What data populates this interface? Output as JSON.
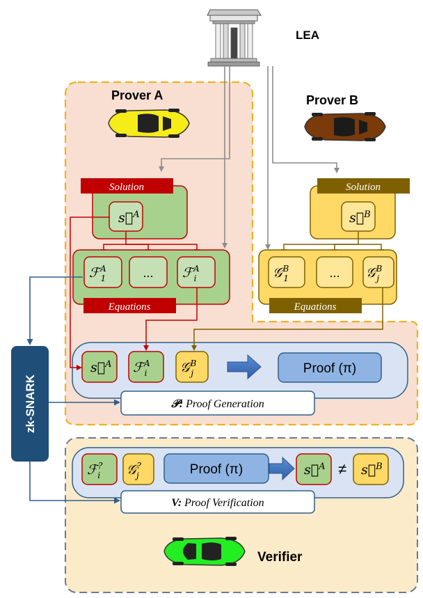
{
  "lea": {
    "label": "LEA"
  },
  "prover_a": {
    "title": "Prover A",
    "solution_label": "Solution",
    "solution_vector": "s⃗",
    "solution_sup": "A",
    "equations_label": "Equations",
    "eq_first": "ℱ",
    "eq_first_sub": "1",
    "eq_first_sup": "A",
    "eq_dots": "...",
    "eq_i": "ℱ",
    "eq_i_sub": "i",
    "eq_i_sup": "A",
    "car_color": "#f5ec1a"
  },
  "prover_b": {
    "title": "Prover B",
    "solution_label": "Solution",
    "solution_vector": "s⃗",
    "solution_sup": "B",
    "equations_label": "Equations",
    "eq_first": "𝒢",
    "eq_first_sub": "1",
    "eq_first_sup": "B",
    "eq_dots": "...",
    "eq_j": "𝒢",
    "eq_j_sub": "j",
    "eq_j_sup": "B",
    "car_color": "#7a3a0a"
  },
  "zk": {
    "label": "zk-SNARK"
  },
  "proof_generation": {
    "label_prefix": "𝒫:",
    "label_text": "Proof Generation",
    "proof_label": "Proof (π)"
  },
  "proof_verification": {
    "label_prefix": "V:",
    "label_text": "Proof Verification",
    "proof_label": "Proof (π)",
    "f_query": "ℱ",
    "f_query_sub": "i",
    "f_query_sup": "?",
    "g_query": "𝒢",
    "g_query_sub": "j",
    "g_query_sup": "?",
    "neq": "≠"
  },
  "verifier": {
    "label": "Verifier",
    "car_color": "#22ee22"
  },
  "colors": {
    "prover_a_bg": "#f9dfd1",
    "prover_a_border": "#f0b020",
    "verifier_bg": "#fbebc9",
    "verifier_border": "#6a7a90",
    "green_box": "#a9d18e",
    "red_border": "#c00000",
    "yellow_box": "#ffd966",
    "brown_border": "#7f6000",
    "blue_panel": "#dae3f3",
    "blue_box": "#8fb4e3",
    "zk_box": "#1f4e79",
    "arrow_gray": "#8c8c8c",
    "arrow_blue": "#2e75b6"
  }
}
